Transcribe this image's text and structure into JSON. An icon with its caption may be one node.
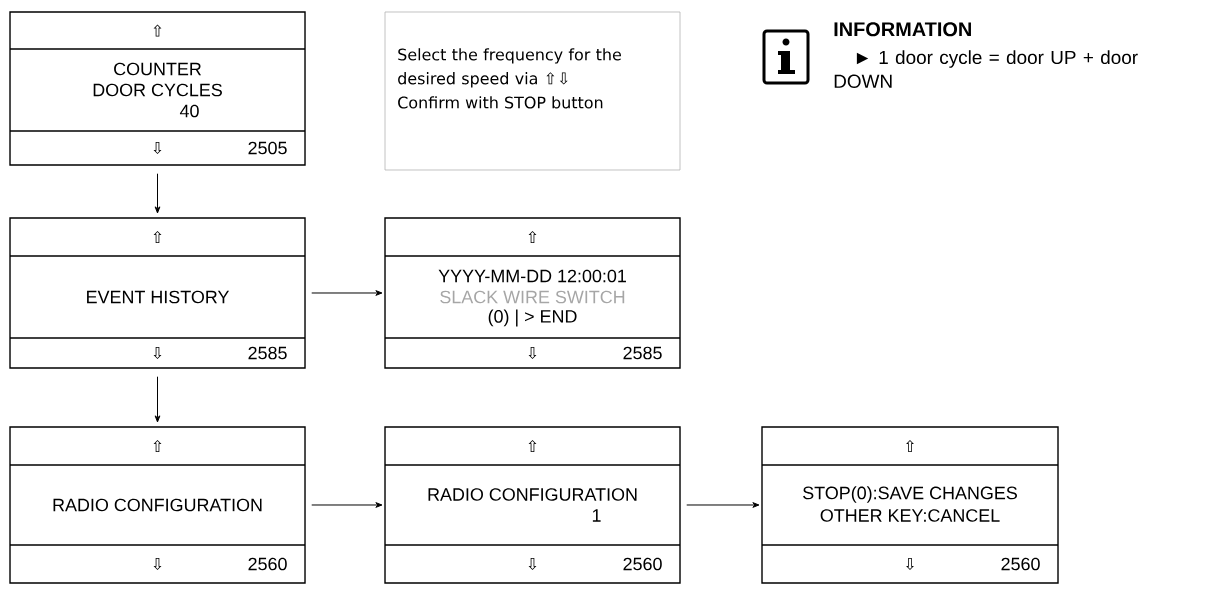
{
  "diagram": {
    "nodes": [
      {
        "text": [
          "⇧",
          "COUNTER",
          "DOOR CYCLES",
          "40",
          "⇩",
          "2505"
        ]
      },
      {
        "text": [
          "Select the frequency for the desired speed via ⇧⇩",
          "Confirm with STOP button"
        ]
      },
      {
        "text": [
          "⇧",
          "EVENT HISTORY",
          "⇩",
          "2585"
        ]
      },
      {
        "text": [
          "⇧",
          "YYYY-MM-DD 12:00:01",
          "SLACK WIRE SWITCH",
          "(0) | > END",
          "⇩",
          "2585"
        ]
      },
      {
        "text": [
          "⇧",
          "RADIO CONFIGURATION",
          "⇩",
          "2560"
        ]
      },
      {
        "text": [
          "⇧",
          "RADIO CONFIGURATION",
          "1",
          "⇩",
          "2560"
        ]
      },
      {
        "text": [
          "⇧",
          "STOP(0):SAVE CHANGES",
          "OTHER KEY:CANCEL",
          "⇩",
          "2560"
        ]
      }
    ],
    "edges": [
      {
        "from": 0,
        "to": 2,
        "arrow": "to"
      },
      {
        "from": 2,
        "to": 3,
        "arrow": "to"
      },
      {
        "from": 2,
        "to": 4,
        "arrow": "to"
      },
      {
        "from": 4,
        "to": 5,
        "arrow": "to"
      },
      {
        "from": 5,
        "to": 6,
        "arrow": "to"
      }
    ],
    "labels": [
      "INFORMATION",
      "► 1 door cycle = door UP + door DOWN"
    ]
  }
}
